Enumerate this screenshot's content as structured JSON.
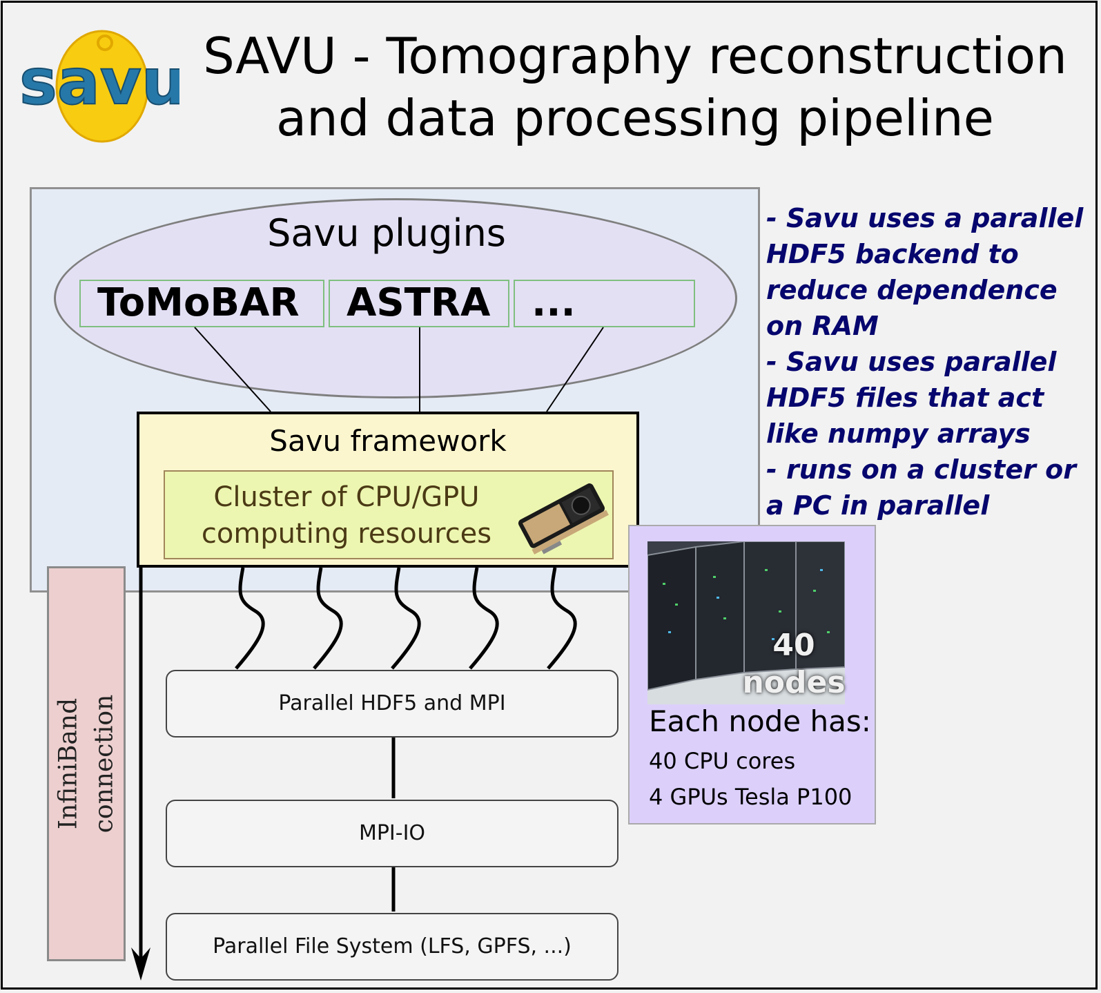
{
  "title": {
    "line1": "SAVU - Tomography reconstruction",
    "line2": "and data processing pipeline"
  },
  "logo": {
    "text": "savu",
    "colors": {
      "blue": "#2678a8",
      "yellow": "#f8cc10"
    }
  },
  "plugins": {
    "label": "Savu plugins",
    "items": [
      "ToMoBAR",
      "ASTRA",
      "..."
    ]
  },
  "framework": {
    "label": "Savu framework",
    "cluster_line1": "Cluster of CPU/GPU",
    "cluster_line2": "computing resources",
    "gpu_icon": "gpu-card-icon"
  },
  "stack": [
    "Parallel HDF5 and MPI",
    "MPI-IO",
    "Parallel File System (LFS, GPFS, ...)"
  ],
  "infiniband": {
    "line1": "InfiniBand",
    "line2": "connection"
  },
  "nodes": {
    "count_label": "40",
    "unit_label": "nodes",
    "heading": "Each node has:",
    "specs": [
      "40 CPU cores",
      "4 GPUs Tesla P100"
    ]
  },
  "notes": [
    "- Savu uses a parallel",
    "HDF5 backend to",
    "reduce dependence",
    "on RAM",
    "- Savu uses parallel",
    "HDF5 files that act",
    "like numpy arrays",
    "- runs on a cluster or",
    "a PC in parallel"
  ],
  "colors": {
    "notes_text": "#06066e",
    "framework_fill": "#fcf6cf",
    "cluster_fill": "#edf6b0",
    "plugins_fill": "#e4e0f4",
    "nodes_fill": "#dcd0fb",
    "infiniband_fill": "#edcfcf"
  }
}
